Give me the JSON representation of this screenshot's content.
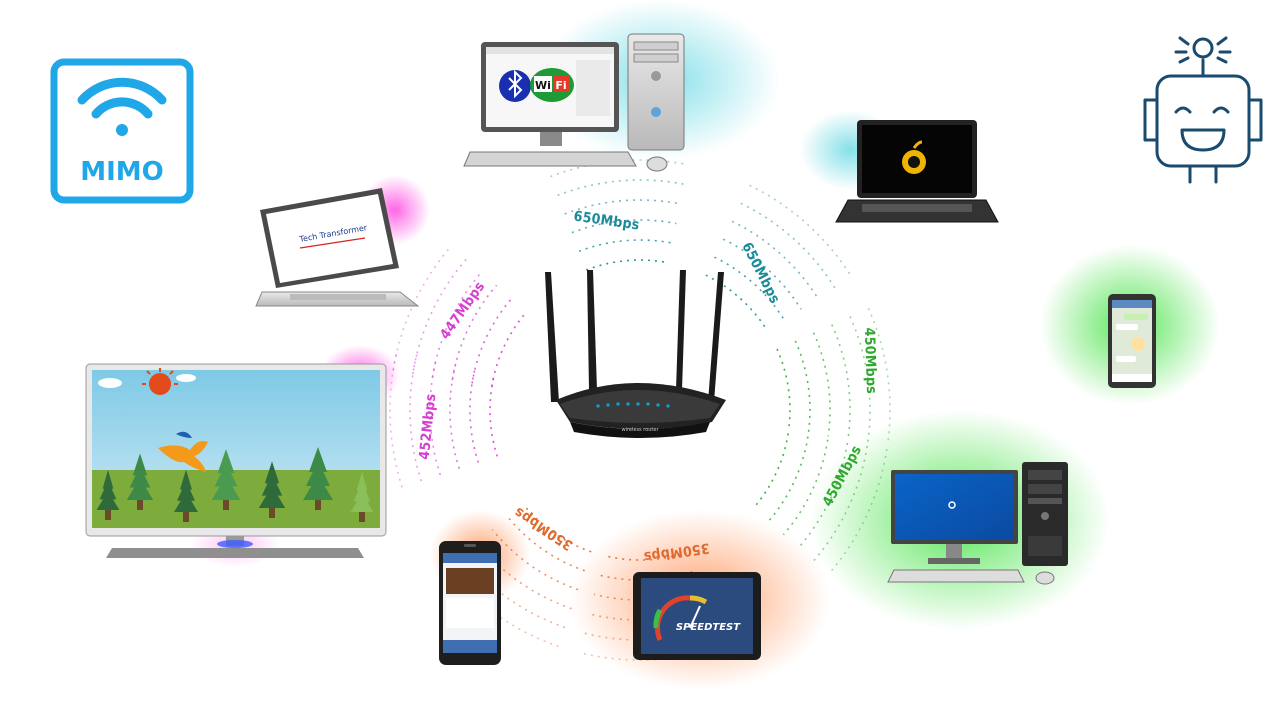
{
  "badge": {
    "label": "MIMO",
    "icon": "wifi-icon",
    "color": "#1fa7e8"
  },
  "mascot": {
    "icon": "robot-icon",
    "color": "#1a4b6e"
  },
  "router": {
    "brand_text": "wireless router",
    "icon": "router-icon"
  },
  "links": [
    {
      "id": "desktop-top",
      "rate": "650Mbps",
      "color": "#1a8a99",
      "device": "desktop-computer-icon"
    },
    {
      "id": "macbook",
      "rate": "650Mbps",
      "color": "#1a8a99",
      "device": "laptop-icon"
    },
    {
      "id": "phone-chat",
      "rate": "450Mbps",
      "color": "#2ea82e",
      "device": "smartphone-icon"
    },
    {
      "id": "desktop-win",
      "rate": "450Mbps",
      "color": "#2ea82e",
      "device": "desktop-computer-icon"
    },
    {
      "id": "tablet",
      "rate": "350Mbps",
      "color": "#e0692d",
      "device": "tablet-icon"
    },
    {
      "id": "phone-social",
      "rate": "350Mbps",
      "color": "#e0692d",
      "device": "smartphone-icon"
    },
    {
      "id": "tv",
      "rate": "452Mbps",
      "color": "#d63fcf",
      "device": "tv-icon"
    },
    {
      "id": "laptop-left",
      "rate": "447Mbps",
      "color": "#d63fcf",
      "device": "laptop-icon"
    }
  ],
  "screens": {
    "desktop_top_logos": [
      "Wi",
      "Fi"
    ],
    "laptop_left_text": "Tech Transformer",
    "tablet_app": "SPEEDTEST"
  }
}
